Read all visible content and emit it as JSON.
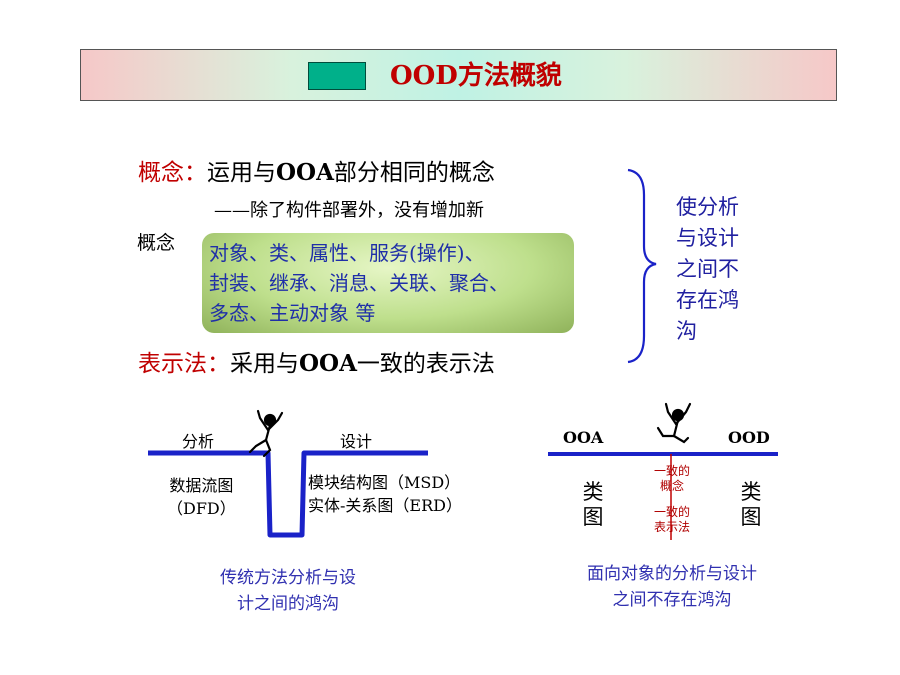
{
  "title": "OOD方法概貌",
  "line1": {
    "label": "概念：",
    "text_pre": "运用与",
    "text_bold": "OOA",
    "text_post": "部分相同的概念"
  },
  "line2": "——除了构件部署外，没有增加新",
  "concept_label": "概念",
  "concept_box_lines": [
    "对象、类、属性、服务(操作)、",
    "封装、继承、消息、关联、聚合、",
    "多态、主动对象 等"
  ],
  "line3": {
    "label": "表示法：",
    "text_pre": "采用与",
    "text_bold": "OOA",
    "text_post": "一致的表示法"
  },
  "brace_text_lines": [
    "使分析",
    "与设计",
    "之间不",
    "存在鸿",
    "沟"
  ],
  "left_diagram": {
    "analysis_label": "分析",
    "design_label": "设计",
    "analysis_items": [
      "数据流图",
      "（DFD）"
    ],
    "design_items": [
      "模块结构图（MSD）",
      "实体-关系图（ERD）"
    ],
    "caption_lines": [
      "传统方法分析与设",
      "计之间的鸿沟"
    ]
  },
  "right_diagram": {
    "ooa_label": "OOA",
    "ood_label": "OOD",
    "left_class": [
      "类",
      "图"
    ],
    "right_class": [
      "类",
      "图"
    ],
    "middle_top": [
      "一致的",
      "概念"
    ],
    "middle_bottom": [
      "一致的",
      "表示法"
    ],
    "caption_lines": [
      "面向对象的分析与设计",
      "之间不存在鸿沟"
    ]
  },
  "colors": {
    "title_red": "#c00000",
    "accent_green": "#00b08a",
    "line_blue": "#1a22c8",
    "text_blue": "#2020a0"
  }
}
